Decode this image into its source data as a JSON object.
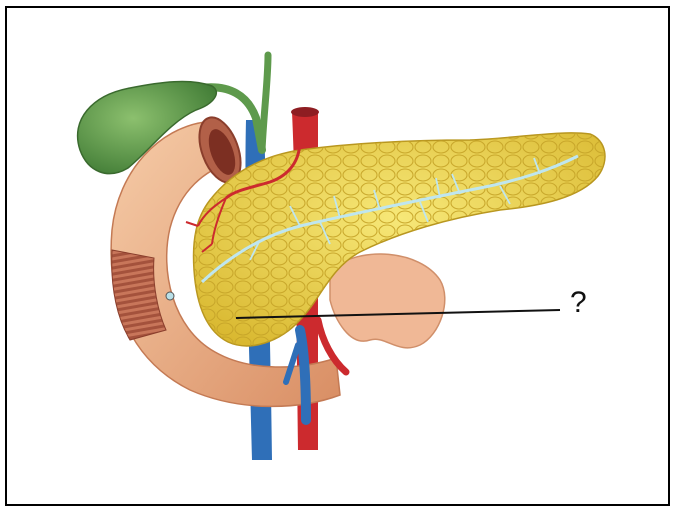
{
  "diagram": {
    "label": "?",
    "colors": {
      "gallbladder": "#5e9a4c",
      "duodenum": "#eab08a",
      "duodenum_inner": "#b26048",
      "pancreas": "#f0d84c",
      "pancreas_shadow": "#c9a92a",
      "vein": "#2f6fb8",
      "artery": "#cc2a2e",
      "duct": "#bfe6ef",
      "spleen_tissue": "#f0b896"
    },
    "icons": [
      "gallbladder-shape",
      "duodenum-shape",
      "pancreas-shape",
      "portal-vein-shape",
      "artery-shape",
      "pancreatic-duct-shape",
      "leader-line"
    ]
  }
}
